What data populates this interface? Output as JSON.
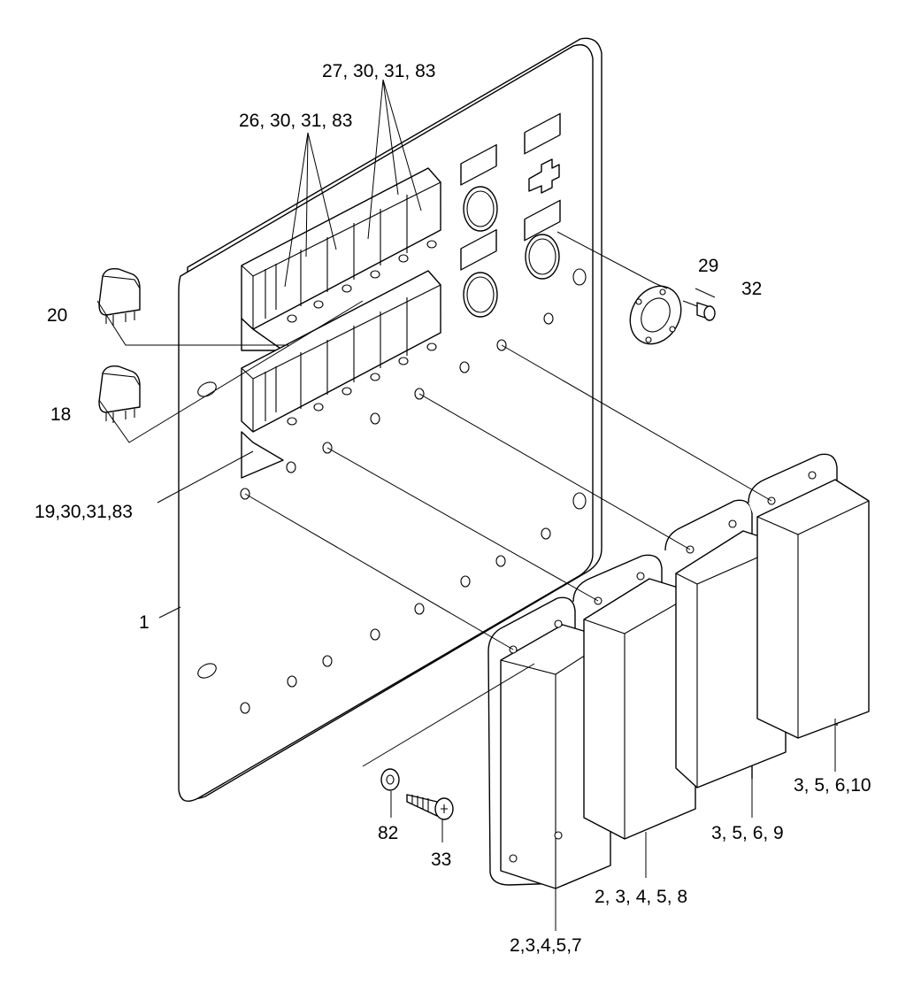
{
  "callouts": {
    "c_27_30_31_83": "27, 30, 31, 83",
    "c_26_30_31_83": "26, 30, 31, 83",
    "c_20": "20",
    "c_18": "18",
    "c_29": "29",
    "c_32": "32",
    "c_19_30_31_83": "19,30,31,83",
    "c_1": "1",
    "c_82": "82",
    "c_33": "33",
    "c_3_5_6_10": "3, 5, 6,10",
    "c_3_5_6_9": "3, 5, 6, 9",
    "c_2_3_4_5_8": "2, 3, 4, 5, 8",
    "c_2_3_4_5_7": "2,3,4,5,7"
  }
}
